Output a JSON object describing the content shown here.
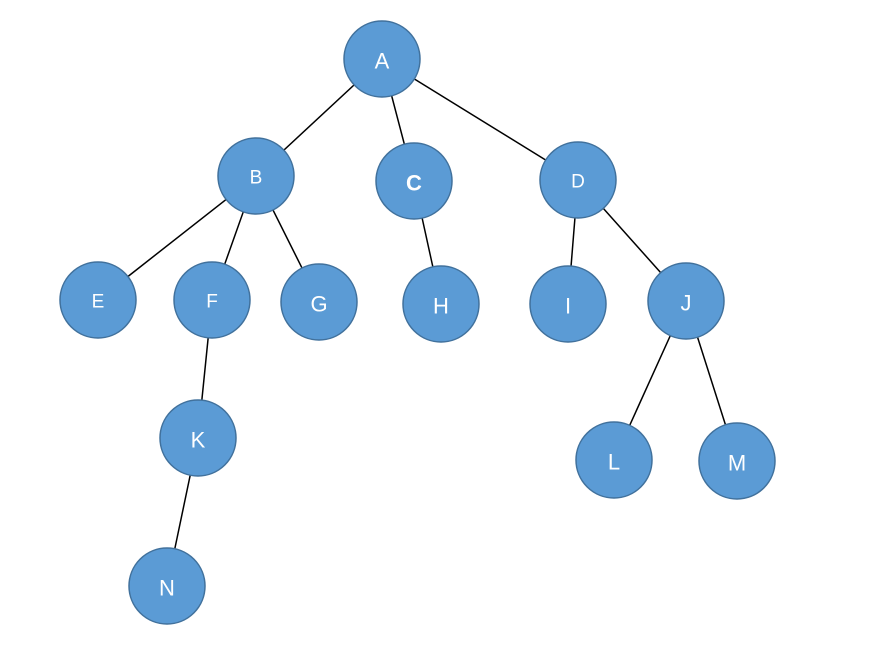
{
  "diagram": {
    "colors": {
      "node_fill": "#5b9bd5",
      "node_stroke": "#41719c",
      "edge": "#000000",
      "label": "#ffffff"
    },
    "nodes": [
      {
        "id": "A",
        "label": "A"
      },
      {
        "id": "B",
        "label": "B"
      },
      {
        "id": "C",
        "label": "C"
      },
      {
        "id": "D",
        "label": "D"
      },
      {
        "id": "E",
        "label": "E"
      },
      {
        "id": "F",
        "label": "F"
      },
      {
        "id": "G",
        "label": "G"
      },
      {
        "id": "H",
        "label": "H"
      },
      {
        "id": "I",
        "label": "I"
      },
      {
        "id": "J",
        "label": "J"
      },
      {
        "id": "K",
        "label": "K"
      },
      {
        "id": "N",
        "label": "N"
      },
      {
        "id": "L",
        "label": "L"
      },
      {
        "id": "M",
        "label": "M"
      }
    ],
    "edges": [
      {
        "from": "A",
        "to": "B"
      },
      {
        "from": "A",
        "to": "C"
      },
      {
        "from": "A",
        "to": "D"
      },
      {
        "from": "B",
        "to": "E"
      },
      {
        "from": "B",
        "to": "F"
      },
      {
        "from": "B",
        "to": "G"
      },
      {
        "from": "C",
        "to": "H"
      },
      {
        "from": "D",
        "to": "I"
      },
      {
        "from": "D",
        "to": "J"
      },
      {
        "from": "F",
        "to": "K"
      },
      {
        "from": "K",
        "to": "N"
      },
      {
        "from": "J",
        "to": "L"
      },
      {
        "from": "J",
        "to": "M"
      }
    ]
  }
}
